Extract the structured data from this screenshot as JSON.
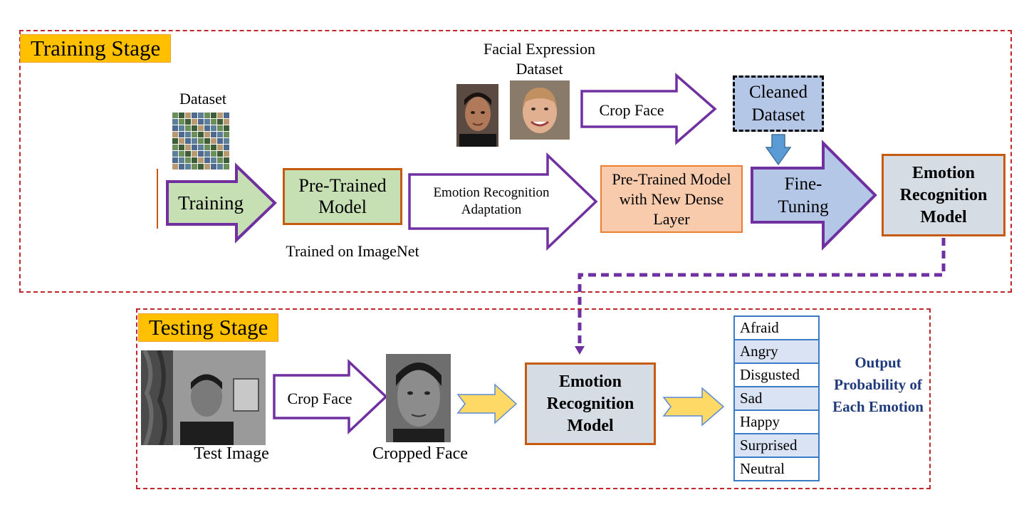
{
  "training": {
    "stage_label": "Training Stage",
    "dataset_label": "Dataset",
    "training_arrow": "Training",
    "pretrained_model": "Pre-Trained Model",
    "trained_on": "Trained on ImageNet",
    "adaptation_arrow": "Emotion Recognition Adaptation",
    "facial_dataset_label": "Facial Expression Dataset",
    "crop_face_arrow": "Crop Face",
    "cleaned_dataset": "Cleaned Dataset",
    "pretrained_dense": "Pre-Trained Model with New Dense Layer",
    "fine_tuning_arrow": "Fine-Tuning",
    "emotion_model": "Emotion Recognition Model"
  },
  "testing": {
    "stage_label": "Testing Stage",
    "test_image_label": "Test Image",
    "crop_face_arrow": "Crop Face",
    "cropped_face_label": "Cropped Face",
    "emotion_model": "Emotion Recognition Model",
    "emotions": [
      "Afraid",
      "Angry",
      "Disgusted",
      "Sad",
      "Happy",
      "Surprised",
      "Neutral"
    ],
    "output_label": "Output Probability of Each Emotion"
  },
  "colors": {
    "stage_border": "#c0272d",
    "stage_tag": "#ffc000",
    "arrow_outline": "#7030a0",
    "pretrained_fill": "#c6e0b4",
    "dense_fill": "#f8cbad",
    "model_fill": "#d6dce4",
    "cleaned_fill": "#b4c7e7",
    "yellow_arrow": "#ffd966",
    "output_text": "#1f3a7a"
  },
  "icons": [
    "dataset-thumbnail-grid",
    "face-photo-male",
    "face-photo-female"
  ]
}
